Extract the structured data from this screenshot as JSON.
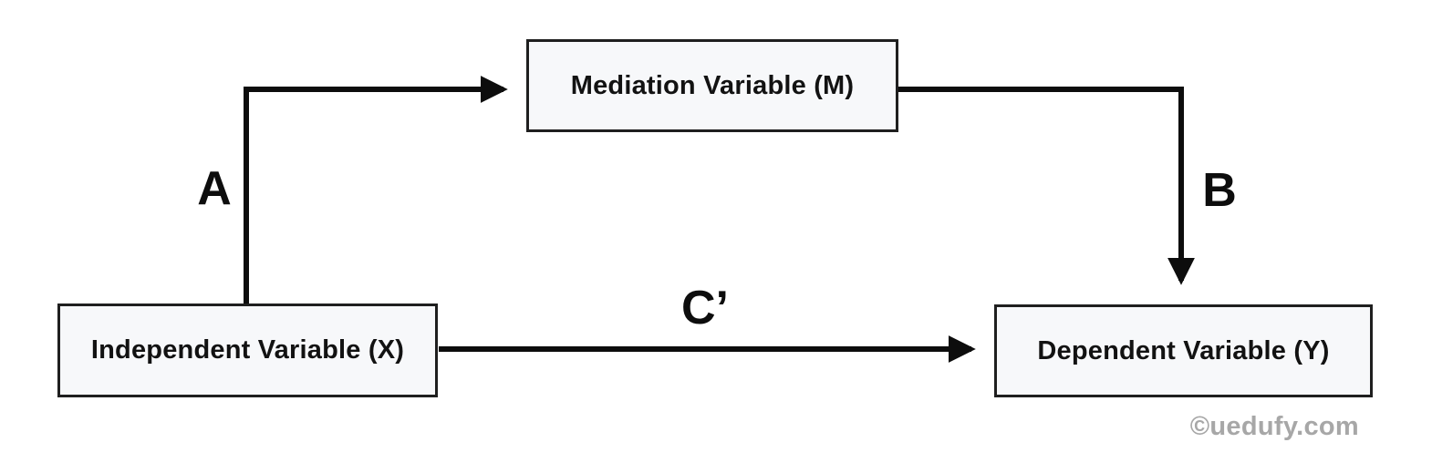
{
  "diagram": {
    "type": "mediation-path-diagram",
    "nodes": [
      {
        "id": "M",
        "label": "Mediation Variable (M)",
        "position": "top-center"
      },
      {
        "id": "X",
        "label": "Independent Variable (X)",
        "position": "bottom-left"
      },
      {
        "id": "Y",
        "label": "Dependent Variable (Y)",
        "position": "bottom-right"
      }
    ],
    "edges": [
      {
        "id": "A",
        "label": "A",
        "from": "X",
        "to": "M",
        "shape": "elbow-up-right"
      },
      {
        "id": "B",
        "label": "B",
        "from": "M",
        "to": "Y",
        "shape": "elbow-right-down"
      },
      {
        "id": "C",
        "label": "C’",
        "from": "X",
        "to": "Y",
        "shape": "straight-right"
      }
    ],
    "watermark": "©uedufy.com",
    "colors": {
      "background": "#ffffff",
      "box_fill": "#f7f8fa",
      "box_border": "#1f1f1f",
      "arrow": "#0d0d0d",
      "label_text": "#0d0d0d",
      "watermark_text": "#a7a7a7"
    }
  }
}
